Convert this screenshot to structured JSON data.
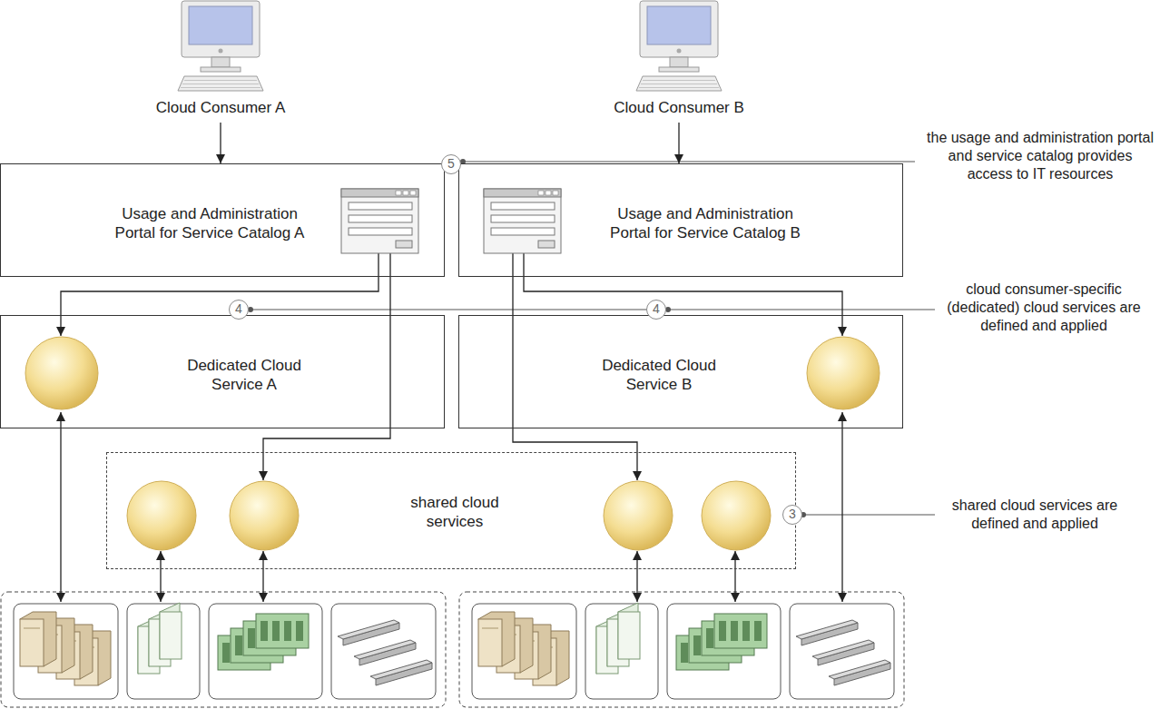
{
  "diagram": {
    "nodes": [
      {
        "text": [
          "Cloud Consumer A"
        ]
      },
      {
        "text": [
          "Cloud Consumer B"
        ]
      },
      {
        "text": [
          "Usage and Administration Portal for Service Catalog A"
        ]
      },
      {
        "text": [
          "Usage and Administration Portal for Service Catalog B"
        ]
      },
      {
        "text": [
          "Dedicated Cloud Service A"
        ]
      },
      {
        "text": [
          "Dedicated Cloud Service B"
        ]
      },
      {
        "text": [
          "shared cloud services"
        ]
      }
    ],
    "edges": [
      {
        "from": 0,
        "to": 2,
        "arrow": "to"
      },
      {
        "from": 1,
        "to": 3,
        "arrow": "to"
      },
      {
        "from": 2,
        "to": 4,
        "arrow": "to"
      },
      {
        "from": 2,
        "to": 6,
        "arrow": "to"
      },
      {
        "from": 3,
        "to": 6,
        "arrow": "to"
      },
      {
        "from": 3,
        "to": 5,
        "arrow": "to"
      }
    ],
    "labels": [
      "5",
      "the usage and administration portal and service catalog provides access to IT resources",
      "4",
      "4",
      "cloud consumer-specific (dedicated) cloud services are defined and applied",
      "3",
      "shared cloud services are defined and applied"
    ]
  }
}
